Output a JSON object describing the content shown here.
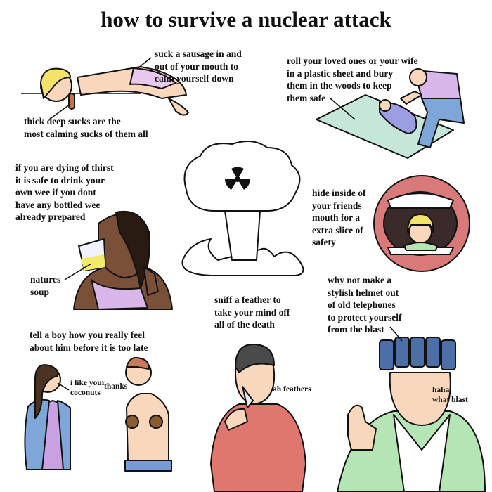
{
  "title": "how to survive a nuclear attack",
  "captions": {
    "sausage": "suck a sausage in and\nout of your mouth to\ncalm yourself down",
    "deep_sucks": "thick deep sucks are the\nmost calming sucks of them all",
    "plastic_sheet": "roll your loved ones or your wife\nin a plastic sheet and bury\nthem in the woods to keep\nthem safe",
    "thirst": "if you are dying of thirst\nit is safe to drink your\nown wee if you dont\nhave any bottled wee\nalready prepared",
    "natures_soup": "natures\nsoup",
    "mouth": "hide inside of\nyour friends\nmouth for a\nextra slice of\nsafety",
    "helmet": "why not make a\nstylish helmet out\nof old telephones\nto protect yourself\nfrom the blast",
    "feather": "sniff a feather to\ntake your mind off\nall of the death",
    "ah_feathers": "ah feathers",
    "tell_boy": "tell a boy how you really feel\nabout him before it is too late",
    "coconuts": "i like your\ncoconuts",
    "thanks": "thanks",
    "haha": "haha\nwhat blast"
  },
  "colors": {
    "skin": "#f9d7bd",
    "dark_skin": "#7a5138",
    "hair_blonde": "#f4e26b",
    "sheet": "#c6e6d9",
    "purple": "#d9b6ea",
    "mouth_red": "#d97a7a",
    "teeth": "#ffffff",
    "shirt_red": "#e0776e",
    "green": "#b5e4b5",
    "jacket_blue": "#7ea6d8",
    "phone_blue": "#4d6fa8",
    "cloud": "#ffffff"
  },
  "icons": [
    "radiation-icon"
  ]
}
